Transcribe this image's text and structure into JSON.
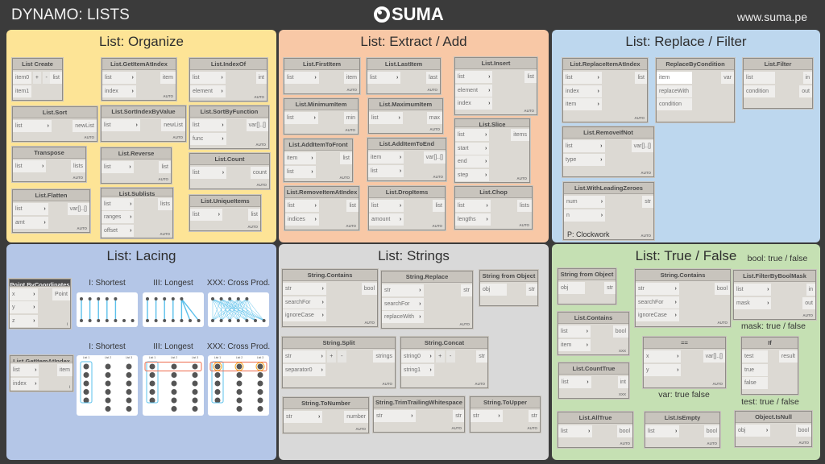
{
  "header": {
    "title": "DYNAMO: LISTS",
    "logo": "SUMA",
    "url": "www.suma.pe"
  },
  "colors": {
    "background": "#3b3b3b",
    "organize": "#fde496",
    "extract": "#f8c8a6",
    "replace": "#bdd7ee",
    "lacing": "#b4c6e7",
    "strings": "#d9d9d9",
    "truefalse": "#c5e0b3",
    "lane_blue": "#5bc0eb",
    "lane_red": "#ee6c4d",
    "lane_orange": "#f5a623"
  },
  "panels": [
    {
      "title": "List: Organize",
      "nodes": [
        {
          "title": "List Create",
          "inputs": [
            "item0",
            "item1"
          ],
          "outputs": [
            "list"
          ],
          "footer": ""
        },
        {
          "title": "List.GetItemAtIndex",
          "inputs": [
            "list",
            "index"
          ],
          "outputs": [
            "item"
          ],
          "footer": "AUTO"
        },
        {
          "title": "List.IndexOf",
          "inputs": [
            "list",
            "element"
          ],
          "outputs": [
            "int"
          ],
          "footer": "AUTO"
        },
        {
          "title": "List.Sort",
          "inputs": [
            "list"
          ],
          "outputs": [
            "newList"
          ],
          "footer": "AUTO"
        },
        {
          "title": "List.SortIndexByValue",
          "inputs": [
            "list"
          ],
          "outputs": [
            "newList"
          ],
          "footer": "AUTO"
        },
        {
          "title": "List.SortByFunction",
          "inputs": [
            "list",
            "func"
          ],
          "outputs": [
            "var[]..[]"
          ],
          "footer": "AUTO"
        },
        {
          "title": "Transpose",
          "inputs": [
            "list"
          ],
          "outputs": [
            "lists"
          ],
          "footer": "AUTO"
        },
        {
          "title": "List.Reverse",
          "inputs": [
            "list"
          ],
          "outputs": [
            "list"
          ],
          "footer": "AUTO"
        },
        {
          "title": "List.Count",
          "inputs": [
            "list"
          ],
          "outputs": [
            "count"
          ],
          "footer": "AUTO"
        },
        {
          "title": "List.Flatten",
          "inputs": [
            "list",
            "amt"
          ],
          "outputs": [
            "var[]..[]"
          ],
          "footer": "AUTO"
        },
        {
          "title": "List.Sublists",
          "inputs": [
            "list",
            "ranges",
            "offset"
          ],
          "outputs": [
            "lists"
          ],
          "footer": "AUTO"
        },
        {
          "title": "List.UniqueItems",
          "inputs": [
            "list"
          ],
          "outputs": [
            "list"
          ],
          "footer": "AUTO"
        }
      ]
    },
    {
      "title": "List: Extract / Add",
      "nodes": [
        {
          "title": "List.FirstItem",
          "inputs": [
            "list"
          ],
          "outputs": [
            "item"
          ],
          "footer": "AUTO"
        },
        {
          "title": "List.LastItem",
          "inputs": [
            "list"
          ],
          "outputs": [
            "last"
          ],
          "footer": "AUTO"
        },
        {
          "title": "List.Insert",
          "inputs": [
            "list",
            "element",
            "index"
          ],
          "outputs": [
            "list"
          ],
          "footer": "AUTO"
        },
        {
          "title": "List.MinimumItem",
          "inputs": [
            "list"
          ],
          "outputs": [
            "min"
          ],
          "footer": "AUTO"
        },
        {
          "title": "List.MaximumItem",
          "inputs": [
            "list"
          ],
          "outputs": [
            "max"
          ],
          "footer": "AUTO"
        },
        {
          "title": "List.Slice",
          "inputs": [
            "list",
            "start",
            "end",
            "step"
          ],
          "outputs": [
            "items"
          ],
          "footer": "AUTO"
        },
        {
          "title": "List.AddItemToFront",
          "inputs": [
            "item",
            "list"
          ],
          "outputs": [
            "list"
          ],
          "footer": "AUTO"
        },
        {
          "title": "List.AddItemToEnd",
          "inputs": [
            "item",
            "list"
          ],
          "outputs": [
            "var[]..[]"
          ],
          "footer": "AUTO"
        },
        {
          "title": "List.RemoveItemAtIndex",
          "inputs": [
            "list",
            "indices"
          ],
          "outputs": [
            "list"
          ],
          "footer": "AUTO"
        },
        {
          "title": "List.DropItems",
          "inputs": [
            "list",
            "amount"
          ],
          "outputs": [
            "list"
          ],
          "footer": "AUTO"
        },
        {
          "title": "List.Chop",
          "inputs": [
            "list",
            "lengths"
          ],
          "outputs": [
            "lists"
          ],
          "footer": "AUTO"
        }
      ]
    },
    {
      "title": "List: Replace / Filter",
      "nodes": [
        {
          "title": "List.ReplaceItemAtIndex",
          "inputs": [
            "list",
            "index",
            "item"
          ],
          "outputs": [
            "list"
          ],
          "footer": "AUTO"
        },
        {
          "title": "ReplaceByCondition",
          "inputs": [
            "item",
            "replaceWith",
            "condition"
          ],
          "outputs": [
            "var"
          ],
          "footer": ""
        },
        {
          "title": "List.Filter",
          "inputs": [
            "list",
            "condition"
          ],
          "outputs": [
            "in",
            "out"
          ],
          "footer": ""
        },
        {
          "title": "List.RemoveIfNot",
          "inputs": [
            "list",
            "type"
          ],
          "outputs": [
            "var[]..[]"
          ],
          "footer": "AUTO"
        },
        {
          "title": "List.WithLeadingZeroes",
          "inputs": [
            "num",
            "n"
          ],
          "outputs": [
            "str"
          ],
          "footer": "AUTO",
          "package": "P: Clockwork"
        }
      ]
    },
    {
      "title": "List: Lacing",
      "nodes": [
        {
          "title": "Point.ByCoordinates",
          "inputs": [
            "x",
            "y",
            "z"
          ],
          "outputs": [
            "Point"
          ],
          "footer": "l"
        },
        {
          "title": "List.GetItemAtIndex",
          "inputs": [
            "list",
            "index"
          ],
          "outputs": [
            "item"
          ],
          "footer": "l"
        }
      ],
      "diagram_labels": [
        "I: Shortest",
        "III: Longest",
        "XXX: Cross Prod."
      ],
      "column_labels": [
        "List 1",
        "List 2",
        "List 3"
      ]
    },
    {
      "title": "List: Strings",
      "nodes": [
        {
          "title": "String.Contains",
          "inputs": [
            "str",
            "searchFor",
            "ignoreCase"
          ],
          "outputs": [
            "bool"
          ],
          "footer": "AUTO"
        },
        {
          "title": "String.Replace",
          "inputs": [
            "str",
            "searchFor",
            "replaceWith"
          ],
          "outputs": [
            "str"
          ],
          "footer": "AUTO"
        },
        {
          "title": "String from Object",
          "inputs": [
            "obj"
          ],
          "outputs": [
            "str"
          ],
          "footer": ""
        },
        {
          "title": "String.Split",
          "inputs": [
            "str",
            "separator0"
          ],
          "outputs": [
            "strings"
          ],
          "footer": "AUTO"
        },
        {
          "title": "String.Concat",
          "inputs": [
            "string0",
            "string1"
          ],
          "outputs": [
            "str"
          ],
          "footer": "AUTO"
        },
        {
          "title": "String.ToNumber",
          "inputs": [
            "str"
          ],
          "outputs": [
            "number"
          ],
          "footer": "AUTO"
        },
        {
          "title": "String.TrimTrailingWhitespace",
          "inputs": [
            "str"
          ],
          "outputs": [
            "str"
          ],
          "footer": "AUTO"
        },
        {
          "title": "String.ToUpper",
          "inputs": [
            "str"
          ],
          "outputs": [
            "str"
          ],
          "footer": "AUTO"
        }
      ]
    },
    {
      "title": "List: True / False",
      "nodes": [
        {
          "title": "String from Object",
          "inputs": [
            "obj"
          ],
          "outputs": [
            "str"
          ],
          "footer": ""
        },
        {
          "title": "String.Contains",
          "inputs": [
            "str",
            "searchFor",
            "ignoreCase"
          ],
          "outputs": [
            "bool"
          ],
          "footer": "AUTO"
        },
        {
          "title": "List.FilterByBoolMask",
          "inputs": [
            "list",
            "mask"
          ],
          "outputs": [
            "in",
            "out"
          ],
          "footer": "AUTO"
        },
        {
          "title": "List.Contains",
          "inputs": [
            "list",
            "item"
          ],
          "outputs": [
            "bool"
          ],
          "footer": "XXX"
        },
        {
          "title": "==",
          "inputs": [
            "x",
            "y"
          ],
          "outputs": [
            "var[]..[]"
          ],
          "footer": "AUTO"
        },
        {
          "title": "If",
          "inputs": [
            "test",
            "true",
            "false"
          ],
          "outputs": [
            "result"
          ],
          "footer": ""
        },
        {
          "title": "List.CountTrue",
          "inputs": [
            "list"
          ],
          "outputs": [
            "int"
          ],
          "footer": "XXX"
        },
        {
          "title": "List.AllTrue",
          "inputs": [
            "list"
          ],
          "outputs": [
            "bool"
          ],
          "footer": "AUTO"
        },
        {
          "title": "List.IsEmpty",
          "inputs": [
            "list"
          ],
          "outputs": [
            "bool"
          ],
          "footer": "AUTO"
        },
        {
          "title": "Object.IsNull",
          "inputs": [
            "obj"
          ],
          "outputs": [
            "bool"
          ],
          "footer": "AUTO"
        }
      ],
      "notes": [
        "bool: true / false",
        "mask: true / false",
        "var: true false",
        "test: true / false"
      ],
      "plus_label": "+",
      "minus_label": "-"
    }
  ]
}
